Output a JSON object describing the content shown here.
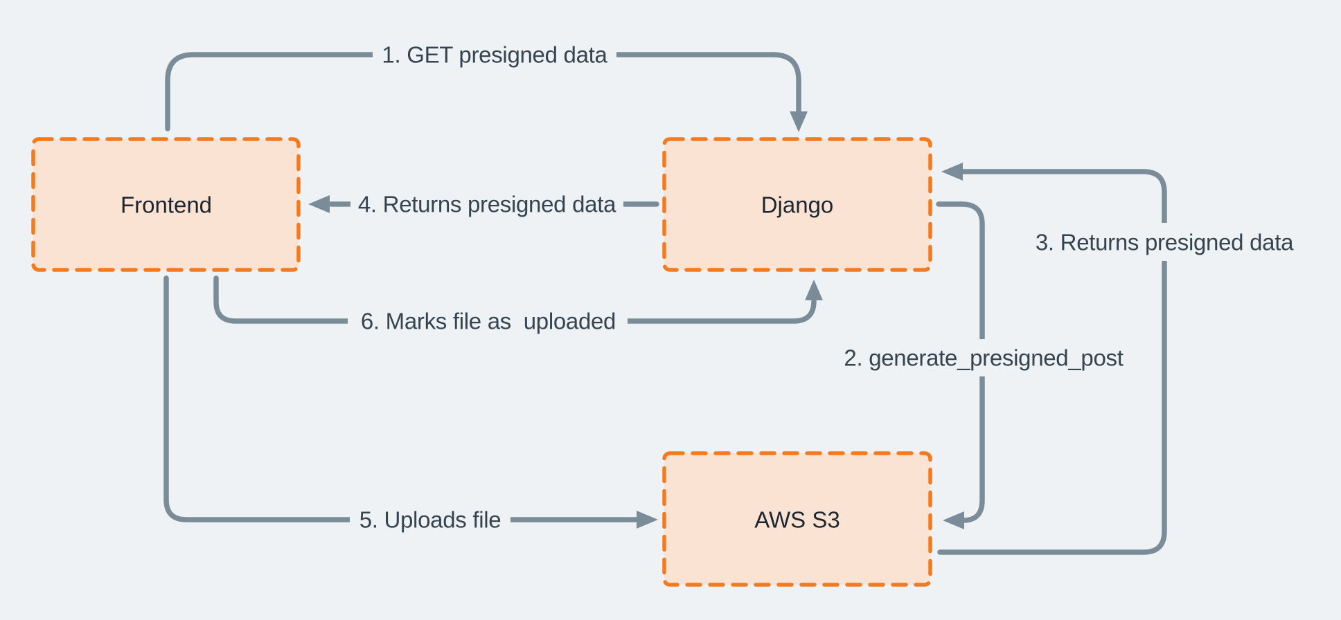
{
  "diagram": {
    "type": "flow-diagram",
    "nodes": {
      "frontend": {
        "label": "Frontend"
      },
      "django": {
        "label": "Django"
      },
      "aws_s3": {
        "label": "AWS S3"
      }
    },
    "arrows": {
      "step1": {
        "label": "1. GET presigned data",
        "from": "Frontend",
        "to": "Django"
      },
      "step2": {
        "label": "2. generate_presigned_post",
        "from": "Django",
        "to": "AWS S3"
      },
      "step3": {
        "label": "3. Returns presigned data",
        "from": "AWS S3",
        "to": "Django"
      },
      "step4": {
        "label": "4. Returns presigned data",
        "from": "Django",
        "to": "Frontend"
      },
      "step5": {
        "label": "5. Uploads file",
        "from": "Frontend",
        "to": "AWS S3"
      },
      "step6": {
        "label": "6. Marks file as  uploaded",
        "from": "Frontend",
        "to": "Django"
      }
    },
    "colors": {
      "background": "#eef2f5",
      "node_fill": "#fbe3d3",
      "node_border": "#f5791d",
      "arrow": "#7b8c99",
      "arrow_label_text": "#35444f",
      "node_label_text": "#1b2630"
    }
  }
}
